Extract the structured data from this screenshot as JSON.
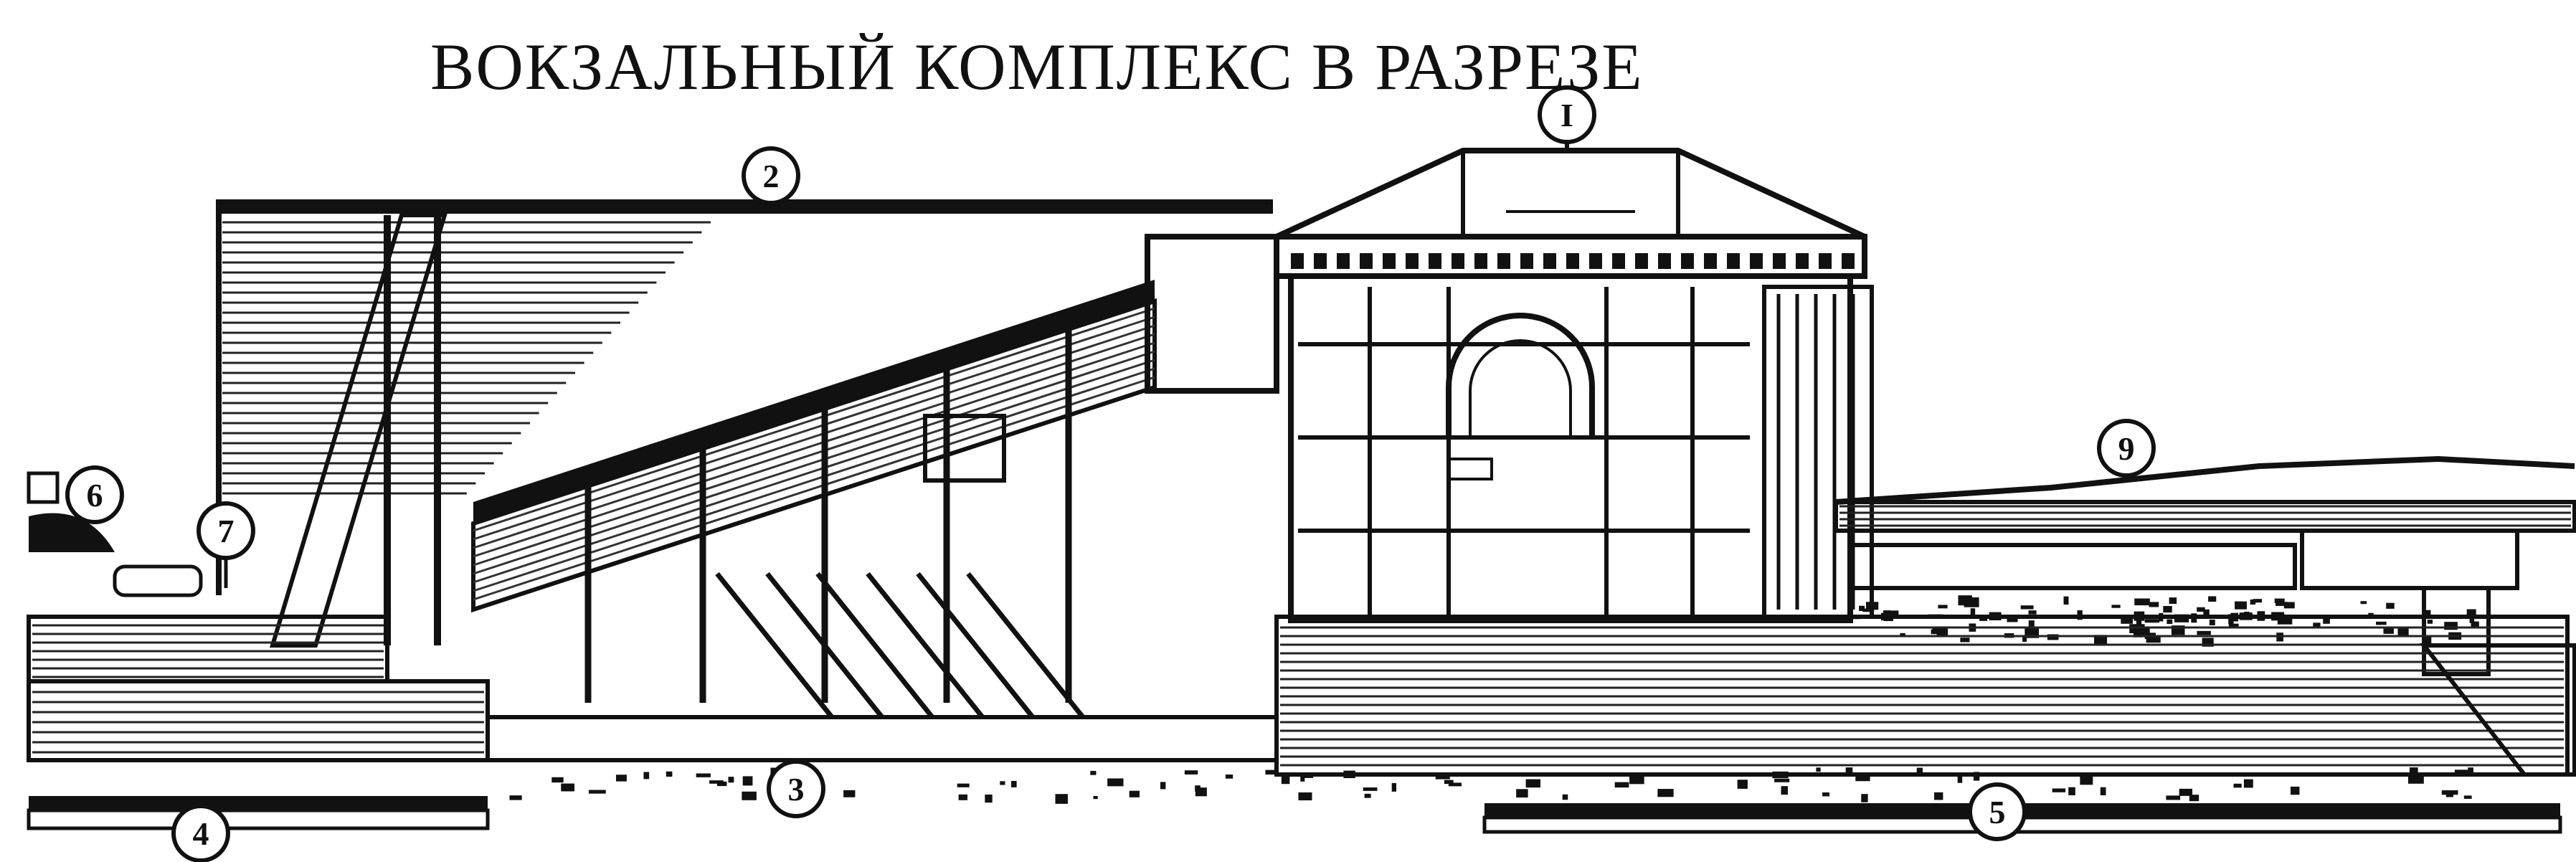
{
  "title": "ВОКЗАЛЬНЫЙ КОМПЛЕКС В РАЗРЕЗЕ",
  "callouts": [
    {
      "id": "1",
      "label": "I"
    },
    {
      "id": "2",
      "label": "2"
    },
    {
      "id": "3",
      "label": "3"
    },
    {
      "id": "4",
      "label": "4"
    },
    {
      "id": "5",
      "label": "5"
    },
    {
      "id": "6",
      "label": "6"
    },
    {
      "id": "7",
      "label": "7"
    },
    {
      "id": "9",
      "label": "9"
    }
  ],
  "colors": {
    "ink": "#111111",
    "paper": "#ffffff"
  }
}
